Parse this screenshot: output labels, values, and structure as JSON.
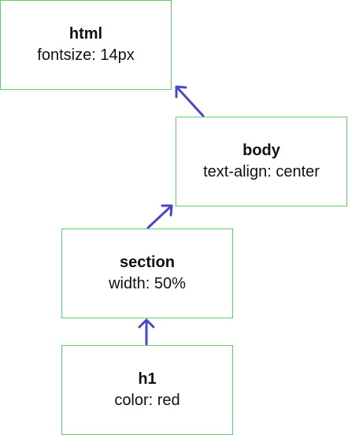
{
  "nodes": {
    "html": {
      "title": "html",
      "property": "fontsize: 14px"
    },
    "body": {
      "title": "body",
      "property": "text-align: center"
    },
    "section": {
      "title": "section",
      "property": "width: 50%"
    },
    "h1": {
      "title": "h1",
      "property": "color: red"
    }
  },
  "colors": {
    "node_border": "#5ad26a",
    "arrow": "#4a48c8"
  }
}
